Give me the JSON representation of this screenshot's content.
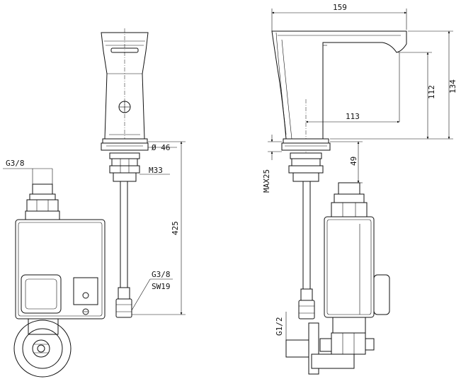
{
  "dimensions": {
    "spout_width": "159",
    "outlet_height": "112",
    "overall_height": "134",
    "spout_reach": "113",
    "base_diameter": "Ø 46",
    "shank_thread": "M33",
    "hose_length": "425",
    "hose_thread": "G3/8",
    "hose_wrench": "SW19",
    "inlet_thread": "G3/8",
    "base_to_box": "49",
    "max_deck": "MAX25",
    "supply_thread": "G1/2"
  }
}
